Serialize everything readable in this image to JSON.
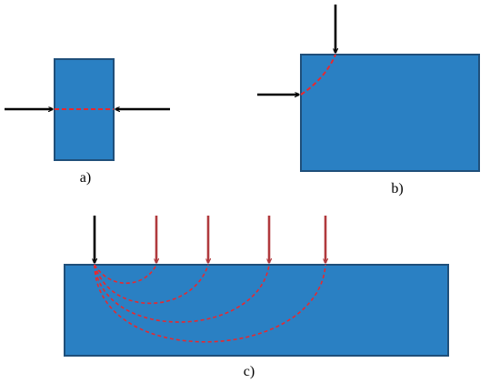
{
  "labels": {
    "a": "a)",
    "b": "b)",
    "c": "c)"
  },
  "colors": {
    "block_fill": "#2a80c3",
    "block_stroke": "#1f4f7a",
    "arrow_black": "#000000",
    "arrow_red": "#b0393d",
    "path_red": "#e8282e"
  }
}
